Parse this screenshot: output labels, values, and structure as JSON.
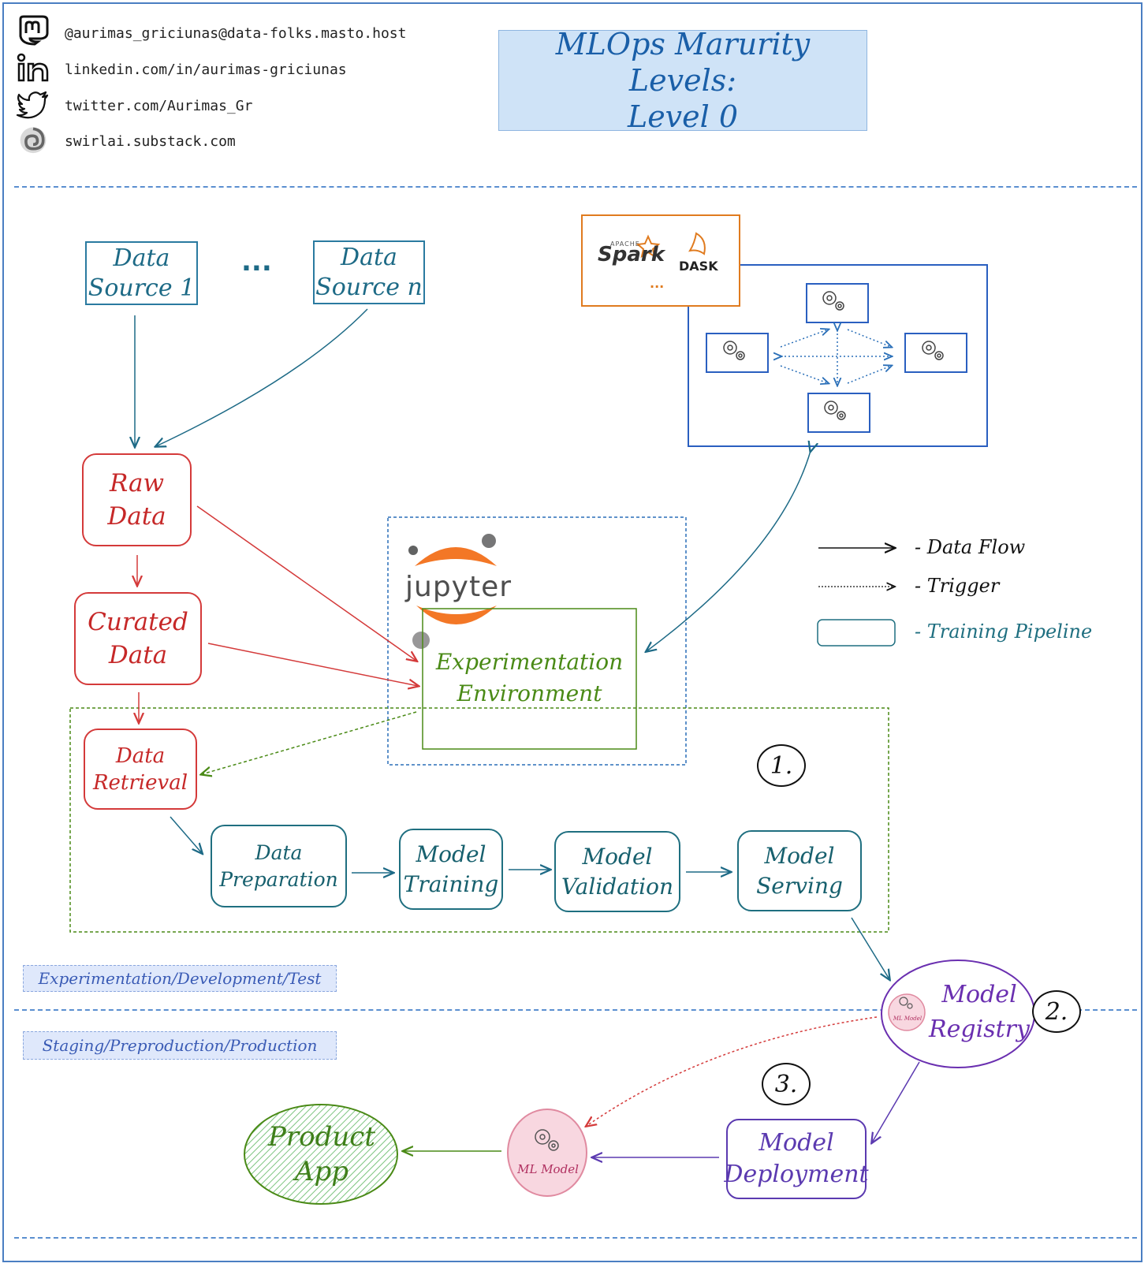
{
  "contacts": {
    "mastodon": "@aurimas_griciunas@data-folks.masto.host",
    "linkedin": "linkedin.com/in/aurimas-griciunas",
    "twitter": "twitter.com/Aurimas_Gr",
    "substack": "swirlai.substack.com"
  },
  "title": {
    "line1": "MLOps Marurity Levels:",
    "line2": "Level 0"
  },
  "sources": {
    "source1": [
      "Data",
      "Source 1"
    ],
    "sourceN": [
      "Data",
      "Source n"
    ],
    "ellipsis": "..."
  },
  "compute": {
    "spark_top": "APACHE",
    "spark": "Spark",
    "dask": "DASK",
    "ellipsis": "..."
  },
  "data_nodes": {
    "raw": [
      "Raw",
      "Data"
    ],
    "curated": [
      "Curated",
      "Data"
    ],
    "retrieval": [
      "Data",
      "Retrieval"
    ]
  },
  "jupyter": {
    "logo": "jupyter",
    "env": [
      "Experimentation",
      "Environment"
    ]
  },
  "pipeline": {
    "prep": [
      "Data",
      "Preparation"
    ],
    "training": [
      "Model",
      "Training"
    ],
    "validation": [
      "Model",
      "Validation"
    ],
    "serving": [
      "Model",
      "Serving"
    ]
  },
  "legend": {
    "data_flow": "- Data Flow",
    "trigger": "- Trigger",
    "training_pipeline": "- Training Pipeline"
  },
  "environments": {
    "dev": "Experimentation/Development/Test",
    "prod": "Staging/Preproduction/Production"
  },
  "registry": [
    "Model",
    "Registry"
  ],
  "registry_icon": "ML Model",
  "deployment": [
    "Model",
    "Deployment"
  ],
  "ml_model": "ML Model",
  "product": [
    "Product",
    "App"
  ],
  "steps": {
    "s1": "1.",
    "s2": "2.",
    "s3": "3."
  },
  "icons": [
    "mastodon-icon",
    "linkedin-icon",
    "twitter-icon",
    "substack-icon",
    "gear-icon",
    "spark-star-icon",
    "dask-icon",
    "jupyter-icon"
  ],
  "colors": {
    "data_source": "#1d6a86",
    "data_node": "#c62828",
    "pipeline": "#17606e",
    "experiment": "#4a8a16",
    "registry": "#6a2fb0",
    "product_fill": "#c8e6c9",
    "ml_model_fill": "#f8d7e0",
    "title_bg": "#cfe3f7"
  }
}
